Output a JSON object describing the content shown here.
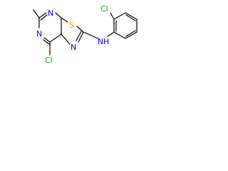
{
  "molecule": {
    "atom_colors": {
      "N": "#0000ff",
      "S": "#bfa000",
      "Cl": "#00aa00",
      "C": "#000000"
    },
    "atoms": [
      {
        "id": "n3",
        "symbol": "N"
      },
      {
        "id": "n5",
        "symbol": "N"
      },
      {
        "id": "s1",
        "symbol": "S"
      },
      {
        "id": "n_thz",
        "symbol": "N"
      },
      {
        "id": "cl7",
        "symbol": "Cl"
      },
      {
        "id": "cl_aryl",
        "symbol": "Cl"
      },
      {
        "id": "nh",
        "symbol": "N"
      },
      {
        "id": "nh_h",
        "symbol": "H"
      }
    ]
  }
}
